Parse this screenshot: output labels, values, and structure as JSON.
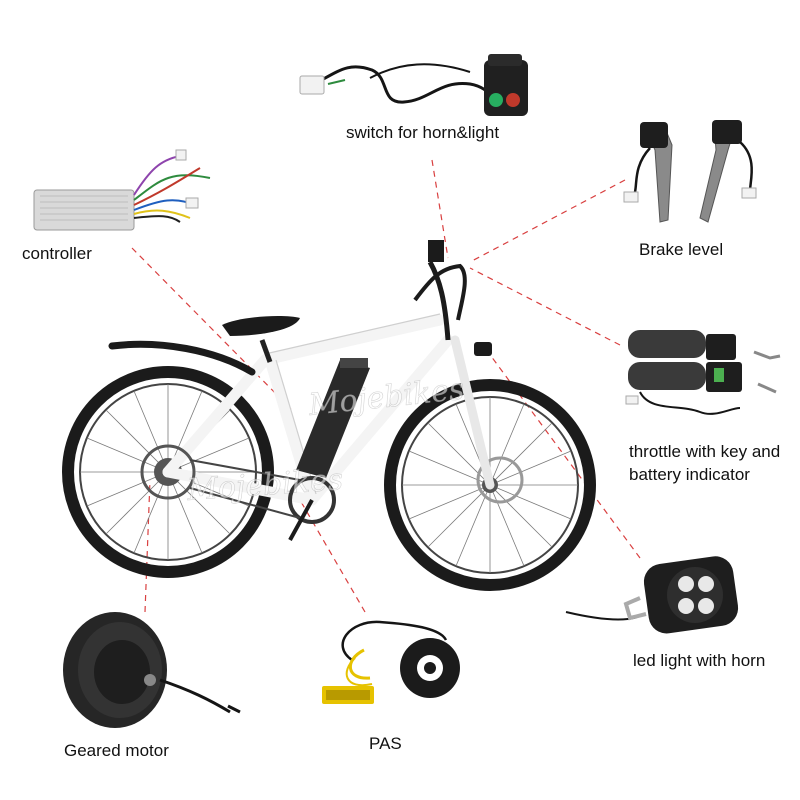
{
  "labels": {
    "switch": "switch for horn&light",
    "brake": "Brake level",
    "controller": "controller",
    "throttle_line1": "throttle with key and",
    "throttle_line2": "battery indicator",
    "led": "led light with horn",
    "motor": "Geared motor",
    "pas": "PAS"
  },
  "watermark": "Mojebikes",
  "colors": {
    "leader_line": "#d94040",
    "bike_frame": "#f4f4f4",
    "tire": "#1b1b1b",
    "battery": "#2a2a2a",
    "controller_case": "#d9d9d9",
    "switch_red": "#c0392b",
    "switch_green": "#27ae60"
  }
}
